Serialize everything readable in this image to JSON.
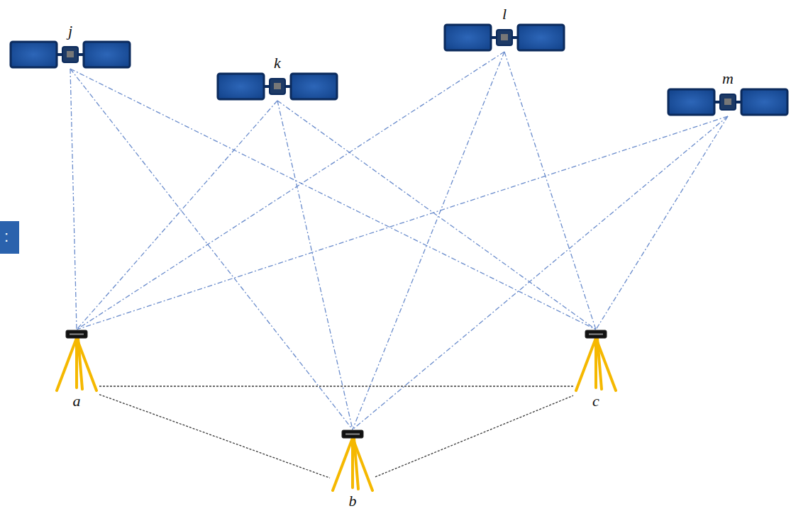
{
  "diagram": {
    "nodes": [
      {
        "text": [
          "j"
        ]
      },
      {
        "text": [
          "k"
        ]
      },
      {
        "text": [
          "l"
        ]
      },
      {
        "text": [
          "m"
        ]
      },
      {
        "text": [
          "a"
        ]
      },
      {
        "text": [
          "c"
        ]
      },
      {
        "text": [
          "b"
        ]
      }
    ],
    "edges": [
      {
        "from": 0,
        "to": 4,
        "arrow": "none"
      },
      {
        "from": 0,
        "to": 6,
        "arrow": "none"
      },
      {
        "from": 0,
        "to": 5,
        "arrow": "none"
      },
      {
        "from": 1,
        "to": 4,
        "arrow": "none"
      },
      {
        "from": 1,
        "to": 6,
        "arrow": "none"
      },
      {
        "from": 1,
        "to": 5,
        "arrow": "none"
      },
      {
        "from": 2,
        "to": 4,
        "arrow": "none"
      },
      {
        "from": 2,
        "to": 6,
        "arrow": "none"
      },
      {
        "from": 2,
        "to": 5,
        "arrow": "none"
      },
      {
        "from": 3,
        "to": 4,
        "arrow": "none"
      },
      {
        "from": 3,
        "to": 6,
        "arrow": "none"
      },
      {
        "from": 3,
        "to": 5,
        "arrow": "none"
      },
      {
        "from": 4,
        "to": 5,
        "arrow": "none"
      },
      {
        "from": 4,
        "to": 6,
        "arrow": "none"
      },
      {
        "from": 6,
        "to": 5,
        "arrow": "none"
      }
    ],
    "labels": [
      ":"
    ]
  }
}
